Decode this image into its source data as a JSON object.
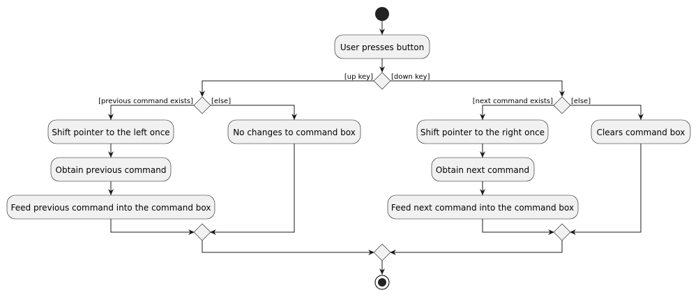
{
  "activities": {
    "user_presses_button": "User presses button",
    "shift_left": "Shift pointer to the left once",
    "obtain_previous": "Obtain previous command",
    "feed_previous": "Feed previous command into the command box",
    "no_changes": "No changes to command box",
    "shift_right": "Shift pointer to the right once",
    "obtain_next": "Obtain next command",
    "feed_next": "Feed next command into the command box",
    "clears_box": "Clears command box"
  },
  "guards": {
    "up_key": "[up key]",
    "down_key": "[down key]",
    "previous_exists": "[previous command exists]",
    "else_left": "[else]",
    "next_exists": "[next command exists]",
    "else_right": "[else]"
  },
  "colors": {
    "activity_fill": "#f1f1f1",
    "stroke": "#181818",
    "start_end": "#222222"
  }
}
